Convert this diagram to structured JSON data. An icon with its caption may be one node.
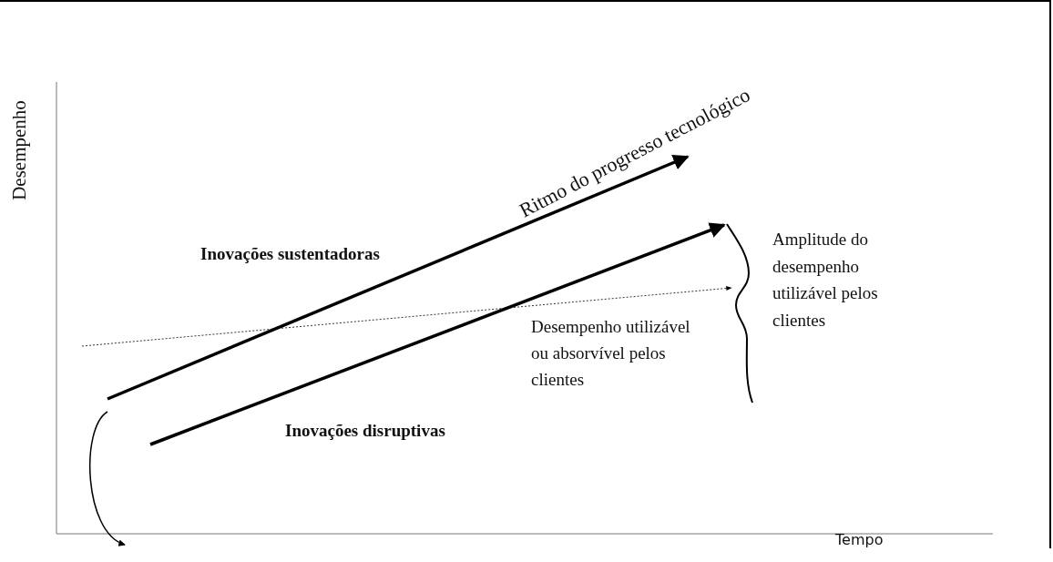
{
  "diagram": {
    "labels": [
      "Desempenho",
      "Ritmo do progresso tecnológico",
      "Inovações sustentadoras",
      "Amplitude do desempenho utilizável pelos clientes",
      "Desempenho utilizável ou absorvível pelos clientes",
      "Inovações disruptivas",
      "Tempo"
    ]
  }
}
